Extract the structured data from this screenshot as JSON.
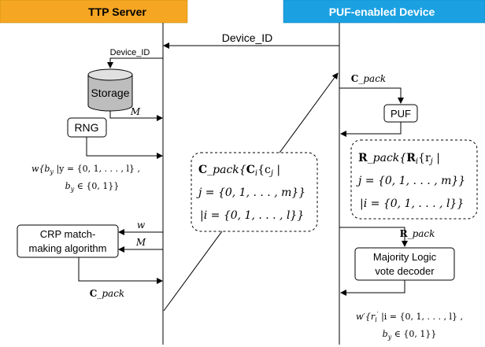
{
  "headers": {
    "left": "TTP Server",
    "right": "PUF-enabled Device"
  },
  "colors": {
    "left_header": "#F5A623",
    "right_header": "#1BA1E2",
    "right_header_text": "#FFFFFF",
    "line": "#000000"
  },
  "messages": {
    "device_id": "Device_ID",
    "device_id_small": "Device_ID",
    "m_storage": "M",
    "w": "w",
    "m_crp": "M",
    "c_pack_bottom_c": "C",
    "c_pack_bottom_rest": "_pack",
    "c_pack_top_c": "C",
    "c_pack_top_rest": "_pack",
    "r_pack_c": "R",
    "r_pack_rest": "_pack"
  },
  "boxes": {
    "storage": "Storage",
    "rng": "RNG",
    "crp_line1": "CRP match-",
    "crp_line2": "making algorithm",
    "puf": "PUF",
    "majority_line1": "Majority Logic",
    "majority_line2": "vote decoder"
  },
  "formulas": {
    "w_line1": "w{b",
    "w_line1_sub": "y",
    "w_line1_rest": " |y = {0, 1, . . . , l} ,",
    "w_line2_b": "b",
    "w_line2_sub": "y",
    "w_line2_rest": " ∈ {0, 1}}",
    "c_line1_a": "C",
    "c_line1_b": "_pack{",
    "c_line1_c": "C",
    "c_line1_sub": "i",
    "c_line1_d": "{c",
    "c_line1_sub2": "j",
    "c_line1_e": " |",
    "c_line2": "j = {0, 1, . . . , m}}",
    "c_line3": "|i = {0, 1, . . . , l}}",
    "r_line1_a": "R",
    "r_line1_b": "_pack{",
    "r_line1_c": "R",
    "r_line1_sub": "i",
    "r_line1_d": "{r",
    "r_line1_sub2": "j",
    "r_line1_e": " |",
    "r_line2": "j = {0, 1, . . . , m}}",
    "r_line3": "|i = {0, 1, . . . , l}}",
    "wp_line1_a": "w′{r",
    "wp_line1_sub": "i",
    "wp_line1_sup": "′",
    "wp_line1_rest": " |i = {0, 1, . . . , l} ,",
    "wp_line2_b": "b",
    "wp_line2_sub": "y",
    "wp_line2_rest": " ∈ {0, 1}}"
  }
}
